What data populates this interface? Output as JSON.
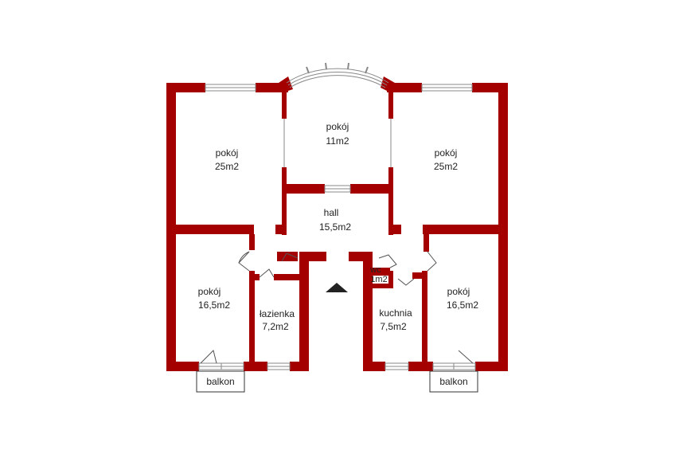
{
  "colors": {
    "wall": "#a50000",
    "window_frame": "#888888",
    "background": "#ffffff",
    "marker": "#222222"
  },
  "rooms": {
    "left_top": {
      "name": "pokój",
      "area": "25m2"
    },
    "center_top": {
      "name": "pokój",
      "area": "11m2"
    },
    "right_top": {
      "name": "pokój",
      "area": "25m2"
    },
    "hall": {
      "name": "hall",
      "area": "15,5m2"
    },
    "left_bottom": {
      "name": "pokój",
      "area": "16,5m2"
    },
    "bathroom": {
      "name": "łazienka",
      "area": "7,2m2"
    },
    "wc": {
      "name": "wc",
      "area": "1m2"
    },
    "kitchen": {
      "name": "kuchnia",
      "area": "7,5m2"
    },
    "right_bottom": {
      "name": "pokój",
      "area": "16,5m2"
    }
  },
  "balconies": [
    {
      "label": "balkon"
    },
    {
      "label": "balkon"
    }
  ],
  "icons": {
    "entrance": "entrance-arrow-icon"
  }
}
